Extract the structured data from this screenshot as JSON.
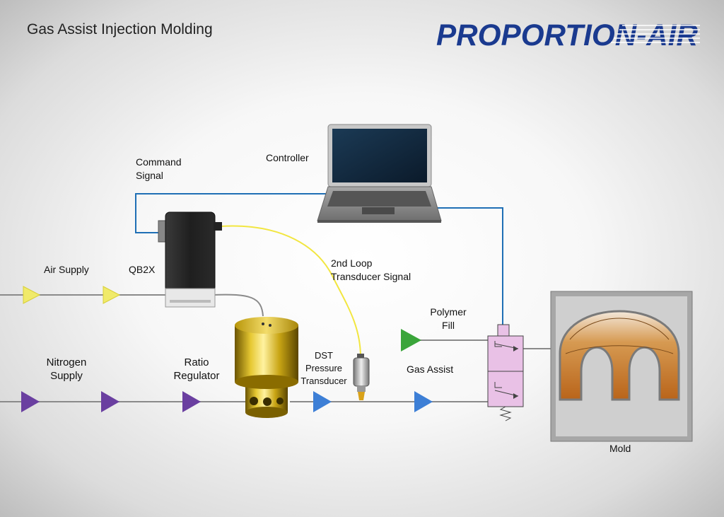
{
  "title": "Gas Assist Injection Molding",
  "logo": "PROPORTION-AIR",
  "labels": {
    "command_signal": [
      "Command",
      "Signal"
    ],
    "controller": "Controller",
    "air_supply": "Air Supply",
    "qb2x": "QB2X",
    "second_loop": [
      "2nd Loop",
      "Transducer Signal"
    ],
    "polymer_fill": [
      "Polymer",
      "Fill"
    ],
    "nitrogen_supply": [
      "Nitrogen",
      "Supply"
    ],
    "ratio_regulator": [
      "Ratio",
      "Regulator"
    ],
    "dst": [
      "DST",
      "Pressure",
      "Transducer"
    ],
    "gas_assist": "Gas Assist",
    "mold": "Mold"
  },
  "colors": {
    "brand_blue": "#1a3a8f",
    "signal_blue": "#1f6fb5",
    "feedback_yellow": "#f2e640",
    "air_arrow": "#f0ea6a",
    "nitrogen_arrow": "#6a3fa0",
    "gas_arrow": "#3d7fd6",
    "polymer_arrow": "#3aa53a",
    "valve_pink": "#e9c1e6",
    "mold_fill": "#c9781e"
  }
}
